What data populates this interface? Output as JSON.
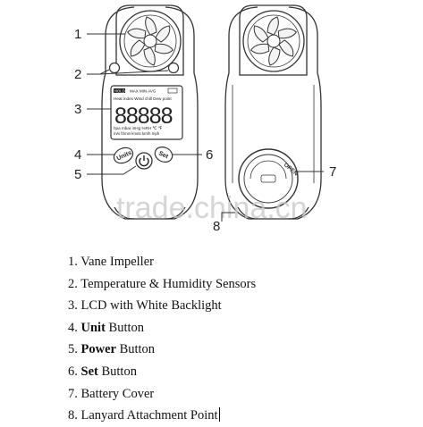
{
  "callouts": [
    "1",
    "2",
    "3",
    "4",
    "5",
    "6",
    "7",
    "8"
  ],
  "lcd": {
    "hold": "HOLD",
    "top_modes": "MAX  MIN  AVG",
    "row_labels": "Heat index  Wind chill  Dew point",
    "digits": "88888",
    "unit_row1": "hpa mbar inHg %RH ℃ ℉",
    "unit_row2": "m/s  ft/min  knots  km/h  mph"
  },
  "buttons": {
    "units": "Units",
    "set": "Set"
  },
  "battery_cover_text": "OPEN",
  "watermark": "trade.china.cn",
  "legend": [
    {
      "num": "1.",
      "bold": "",
      "text": "Vane Impeller"
    },
    {
      "num": "2.",
      "bold": "",
      "text": "Temperature & Humidity Sensors"
    },
    {
      "num": "3.",
      "bold": "",
      "text": "LCD with White Backlight"
    },
    {
      "num": "4.",
      "bold": "Unit",
      "text": " Button"
    },
    {
      "num": "5.",
      "bold": "Power",
      "text": " Button"
    },
    {
      "num": "6.",
      "bold": "Set",
      "text": " Button"
    },
    {
      "num": "7.",
      "bold": "",
      "text": "Battery Cover"
    },
    {
      "num": "8.",
      "bold": "",
      "text": "Lanyard Attachment Point"
    }
  ]
}
